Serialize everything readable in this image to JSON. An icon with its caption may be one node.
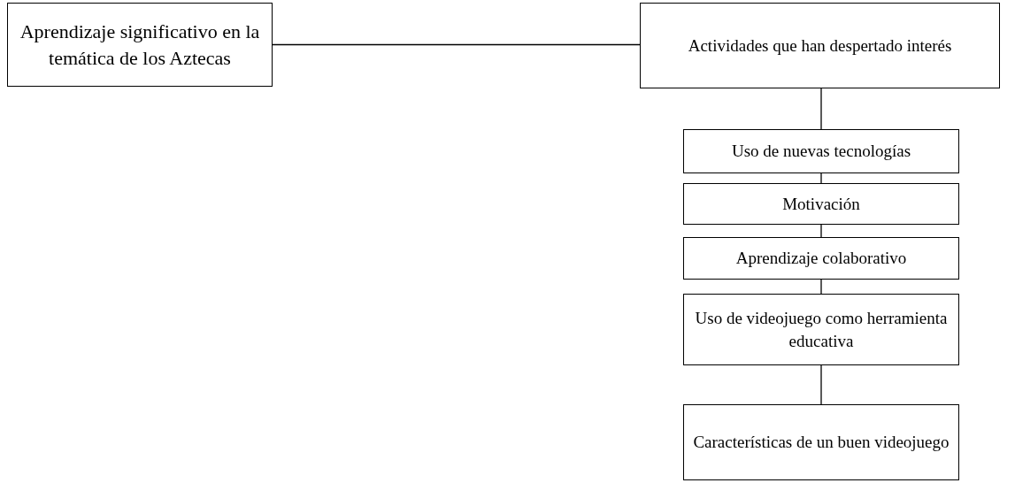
{
  "diagram": {
    "nodes": [
      {
        "text": [
          "Aprendizaje significativo en la temática de los Aztecas"
        ]
      },
      {
        "text": [
          "Actividades que han despertado interés"
        ]
      },
      {
        "text": [
          "Uso de nuevas tecnologías"
        ]
      },
      {
        "text": [
          "Motivación"
        ]
      },
      {
        "text": [
          "Aprendizaje colaborativo"
        ]
      },
      {
        "text": [
          "Uso de videojuego como herramienta educativa"
        ]
      },
      {
        "text": [
          "Características de un buen videojuego"
        ]
      }
    ],
    "edges": [
      {
        "from": 0,
        "to": 1,
        "arrow": "none"
      },
      {
        "from": 1,
        "to": 2,
        "arrow": "none"
      },
      {
        "from": 2,
        "to": 3,
        "arrow": "none"
      },
      {
        "from": 3,
        "to": 4,
        "arrow": "none"
      },
      {
        "from": 4,
        "to": 5,
        "arrow": "none"
      },
      {
        "from": 5,
        "to": 6,
        "arrow": "none"
      }
    ]
  }
}
